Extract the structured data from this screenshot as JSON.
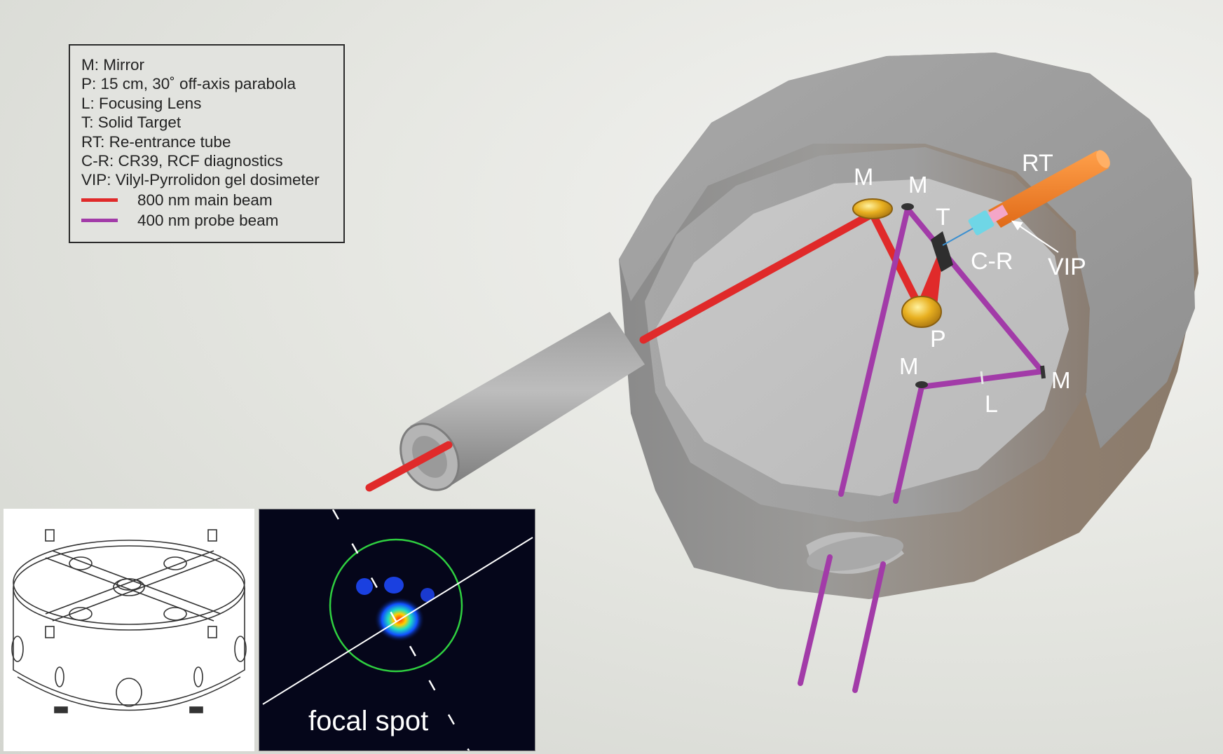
{
  "legend": {
    "lines": [
      "M: Mirror",
      "P: 15 cm, 30˚ off-axis parabola",
      "L: Focusing Lens",
      "T: Solid Target",
      "RT: Re-entrance tube",
      "C-R: CR39, RCF diagnostics",
      "VIP: Vilyl-Pyrrolidon gel dosimeter"
    ],
    "beams": [
      {
        "label": "800 nm main beam",
        "color": "#e02a2a"
      },
      {
        "label": "400 nm probe beam",
        "color": "#a23ba8"
      }
    ]
  },
  "labels": {
    "m1": "M",
    "m2": "M",
    "m3": "M",
    "m4": "M",
    "t": "T",
    "p": "P",
    "l": "L",
    "rt": "RT",
    "cr": "C-R",
    "vip": "VIP"
  },
  "insets": {
    "focal_spot": "focal spot"
  },
  "colors": {
    "main_beam": "#e02a2a",
    "probe_beam": "#a23ba8",
    "chamber": "#9a9a9a",
    "rt_tube": "#f07f2a",
    "mirror_gold": "#e8b020"
  }
}
